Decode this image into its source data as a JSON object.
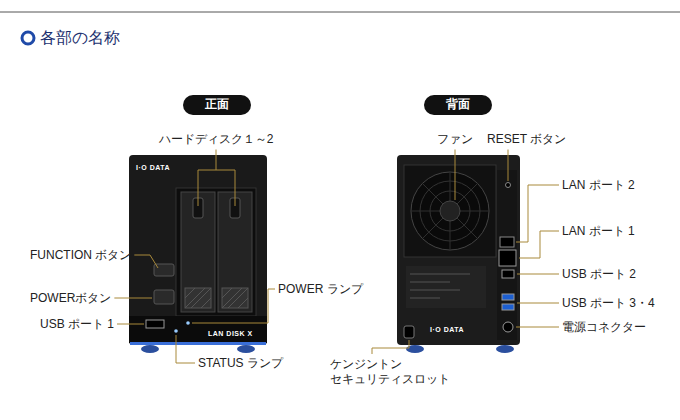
{
  "diagram": {
    "title": "各部の名称",
    "nodes": [
      {
        "text": [
          "正面"
        ]
      },
      {
        "text": [
          "背面"
        ]
      }
    ],
    "labels": [
      "ハードディスク１～2",
      "FUNCTION ボタン",
      "POWERボタン",
      "USB ポート 1",
      "POWER ランプ",
      "STATUS ランプ",
      "ファン",
      "RESET ボタン",
      "LAN ポート 2",
      "LAN ポート 1",
      "USB ポート 2",
      "USB ポート 3・4",
      "電源コネクター",
      "ケンジントン セキュリティスロット",
      "I·O DATA",
      "LAN DISK X",
      "I·O DATA"
    ]
  }
}
